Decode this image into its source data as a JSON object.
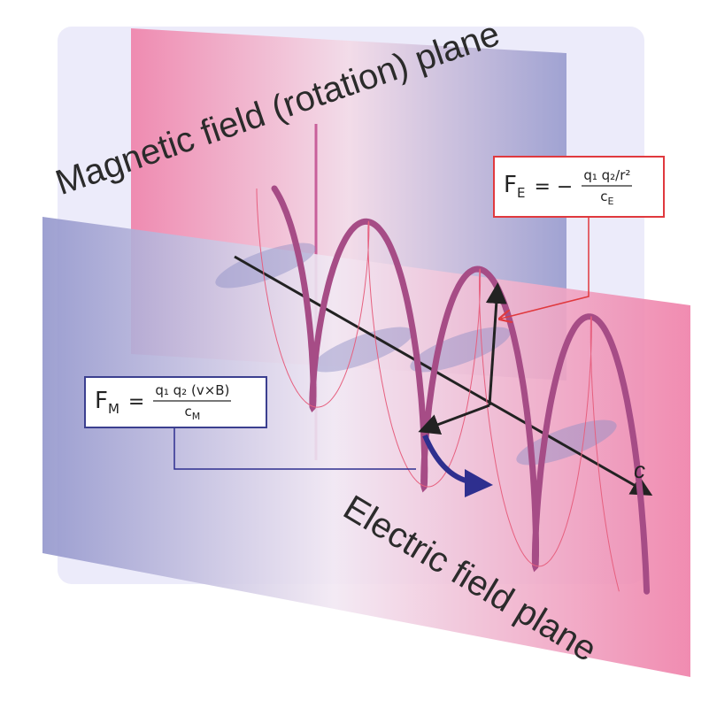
{
  "labels": {
    "magnetic_plane": "Magnetic field (rotation) plane",
    "electric_plane": "Electric field plane",
    "speed": "c"
  },
  "formulas": {
    "electric": {
      "lhs": "F",
      "lhs_sub": "E",
      "eq": "= −",
      "num": "q₁ q₂/r²",
      "den": "c",
      "den_sub": "E"
    },
    "magnetic": {
      "lhs": "F",
      "lhs_sub": "M",
      "eq": "=",
      "num": "q₁ q₂ (v×B)",
      "den": "c",
      "den_sub": "M"
    }
  },
  "colors": {
    "pink": "#ee7fa6",
    "blue": "#8c8fc6",
    "helix": "#a64c86",
    "red": "#e0393e",
    "navy": "#2e2f8f",
    "panel": "#ecebfa"
  }
}
